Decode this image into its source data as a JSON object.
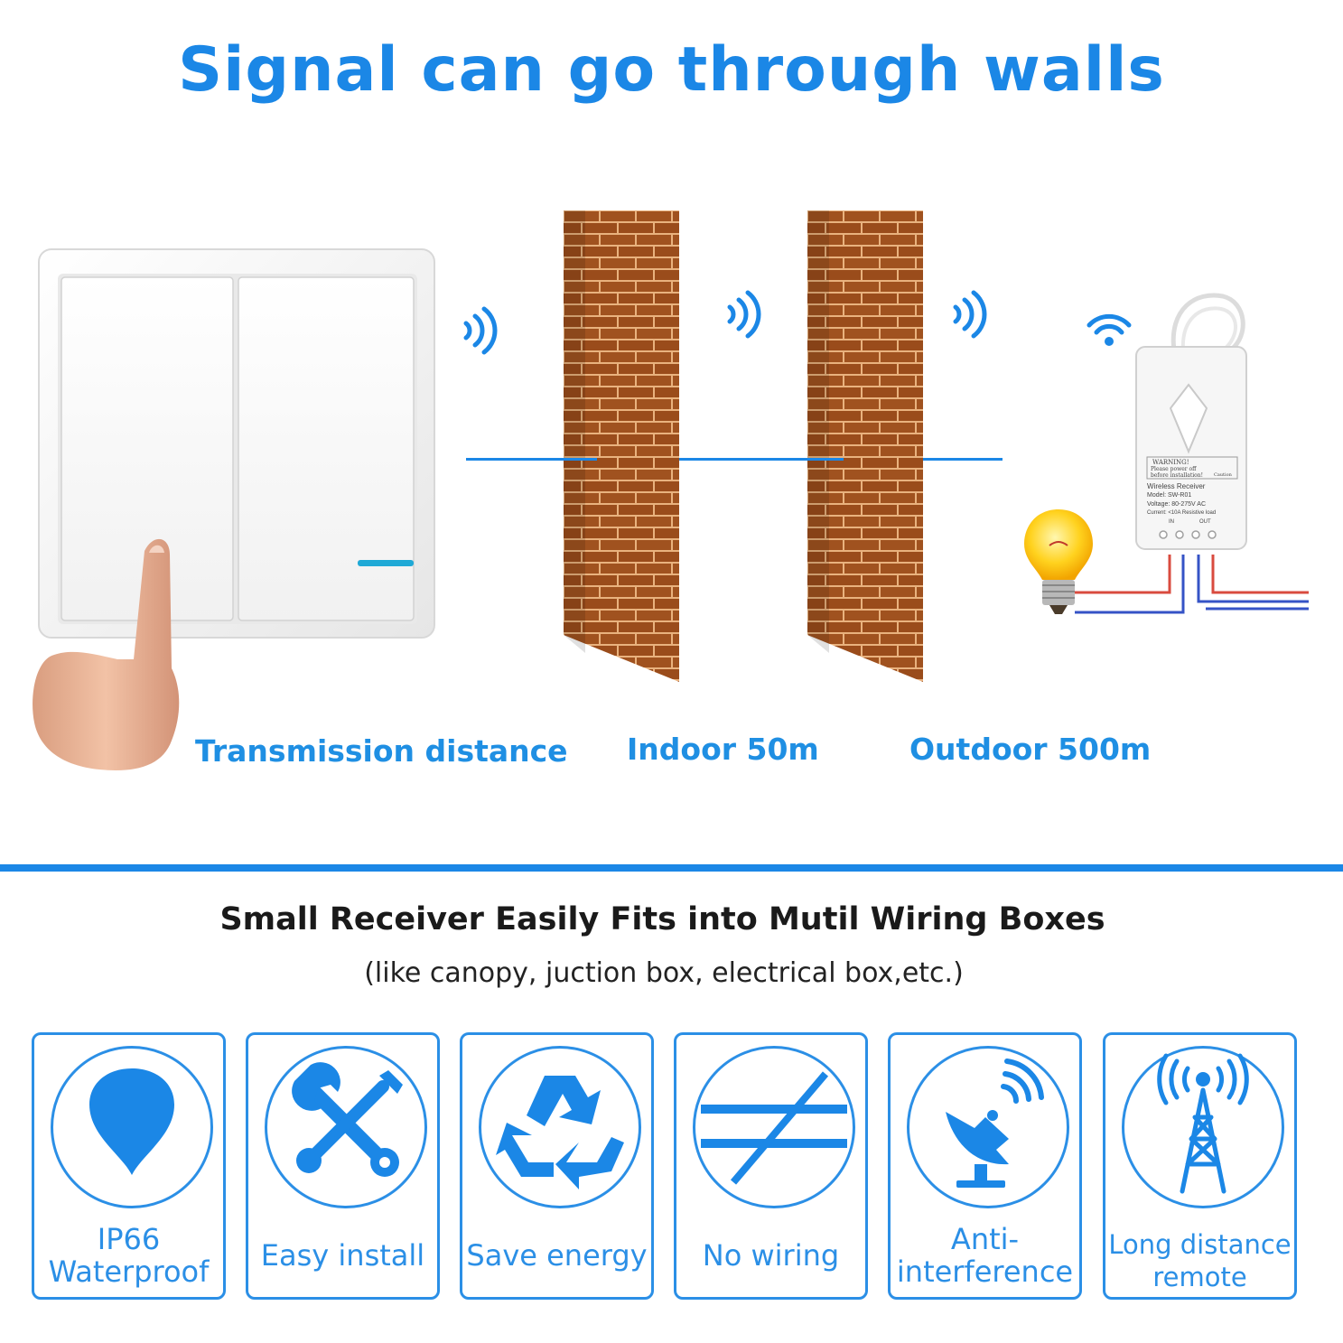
{
  "headline": "Signal can go through walls",
  "distance": {
    "label": "Transmission distance",
    "indoor": "Indoor 50m",
    "outdoor": "Outdoor 500m"
  },
  "receiver_label": {
    "warning_title": "WARNING!",
    "warning_line1": "Please power off",
    "warning_line2": "before installation!",
    "caution": "Caution",
    "name": "Wireless Receiver",
    "model": "Model: SW-R01",
    "voltage": "Voltage: 80-275V AC",
    "current": "Current: <10A Resistive load",
    "in": "IN",
    "out": "OUT"
  },
  "section": {
    "title": "Small Receiver Easily Fits into Mutil Wiring Boxes",
    "note": "(like canopy, juction box, electrical box,etc.)"
  },
  "features": [
    {
      "line1": "IP66",
      "line2": "Waterproof",
      "icon": "water-drop-icon"
    },
    {
      "line1": "Easy install",
      "line2": "",
      "icon": "wrench-screwdriver-icon"
    },
    {
      "line1": "Save energy",
      "line2": "",
      "icon": "recycle-icon"
    },
    {
      "line1": "No wiring",
      "line2": "",
      "icon": "no-wiring-icon"
    },
    {
      "line1": "Anti-",
      "line2": "interference",
      "icon": "satellite-dish-icon"
    },
    {
      "line1": "Long distance",
      "line2": "remote",
      "icon": "signal-tower-icon"
    }
  ],
  "colors": {
    "brand_blue": "#1b87e6",
    "brick": "#a0521f",
    "mortar": "#e9b27e"
  }
}
